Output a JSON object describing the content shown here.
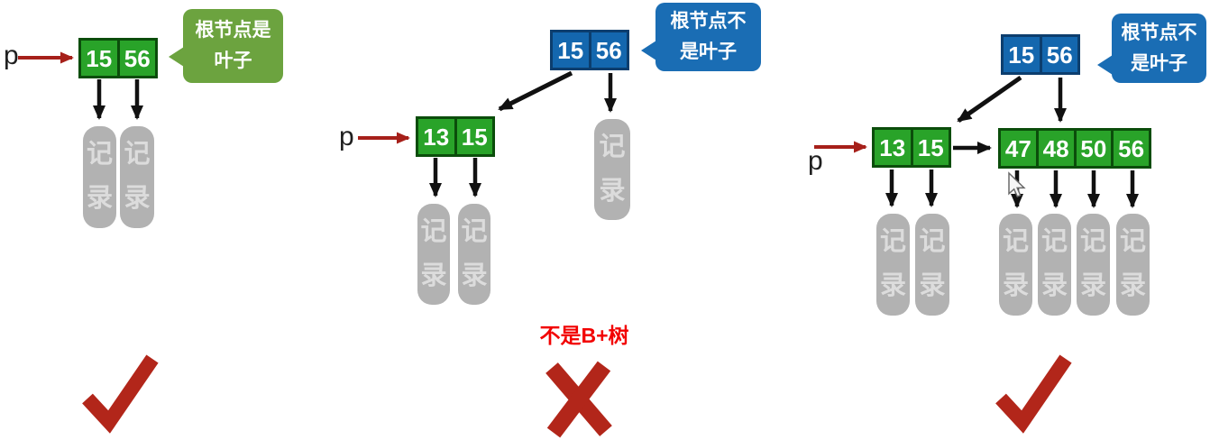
{
  "record_label": "记录",
  "panels": {
    "p1": {
      "name": "root-is-leaf",
      "pointer": "p",
      "bubble_text": "根节点是\n叶子",
      "root_keys": [
        "15",
        "56"
      ],
      "verdict": "check"
    },
    "p2": {
      "name": "root-not-leaf-invalid",
      "pointer": "p",
      "bubble_text": "根节点不\n是叶子",
      "root_keys": [
        "15",
        "56"
      ],
      "leaf_keys": [
        "13",
        "15"
      ],
      "caption": "不是B+树",
      "verdict": "cross"
    },
    "p3": {
      "name": "root-not-leaf-valid",
      "pointer": "p",
      "bubble_text": "根节点不\n是叶子",
      "root_keys": [
        "15",
        "56"
      ],
      "leaf1_keys": [
        "13",
        "15"
      ],
      "leaf2_keys": [
        "47",
        "48",
        "50",
        "56"
      ],
      "verdict": "check"
    }
  },
  "colors": {
    "leaf_node_fill": "#29a329",
    "leaf_node_border": "#0b4d0b",
    "internal_node_fill": "#1467ae",
    "internal_node_border": "#0c3e6e",
    "leaf_bubble": "#6ca33f",
    "internal_bubble": "#1a6db4",
    "record_fill": "#b2b2b2",
    "record_text": "#dcdcdc",
    "pointer_arrow": "#a6201a",
    "edge_arrow": "#111111",
    "verdict_mark": "#b2261a",
    "caption_text": "#f20000"
  }
}
